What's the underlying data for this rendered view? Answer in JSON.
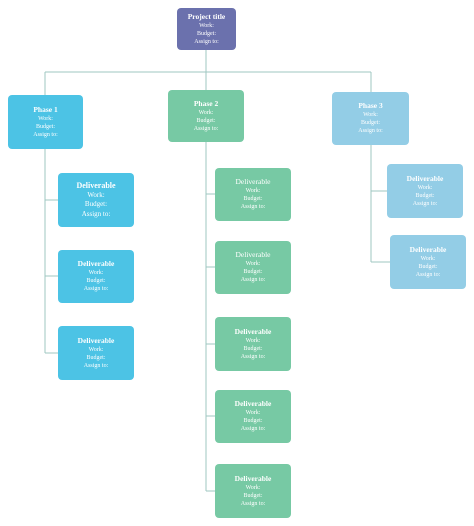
{
  "project": {
    "title": "Project title",
    "work": "Work:",
    "budget": "Budget:",
    "assign": "Assign to:"
  },
  "phases": [
    {
      "title": "Phase 1",
      "work": "Work:",
      "budget": "Budget:",
      "assign": "Assign to:",
      "color": "#4cc3e5",
      "deliverables": [
        {
          "title": "Deliverable",
          "work": "Work:",
          "budget": "Budget:",
          "assign": "Assign to:"
        },
        {
          "title": "Deliverable",
          "work": "Work:",
          "budget": "Budget:",
          "assign": "Assign to:"
        },
        {
          "title": "Deliverable",
          "work": "Work:",
          "budget": "Budget:",
          "assign": "Assign to:"
        }
      ]
    },
    {
      "title": "Phase 2",
      "work": "Work:",
      "budget": "Budget:",
      "assign": "Assign to:",
      "color": "#77c9a4",
      "deliverables": [
        {
          "title": "Deliverable",
          "work": "Work:",
          "budget": "Budget:",
          "assign": "Assign to:"
        },
        {
          "title": "Deliverable",
          "work": "Work:",
          "budget": "Budget:",
          "assign": "Assign to:"
        },
        {
          "title": "Deliverable",
          "work": "Work:",
          "budget": "Budget:",
          "assign": "Assign to:"
        },
        {
          "title": "Deliverable",
          "work": "Work:",
          "budget": "Budget:",
          "assign": "Assign to:"
        },
        {
          "title": "Deliverable",
          "work": "Work:",
          "budget": "Budget:",
          "assign": "Assign to:"
        }
      ]
    },
    {
      "title": "Phase 3",
      "work": "Work:",
      "budget": "Budget:",
      "assign": "Assign to:",
      "color": "#93cde6",
      "deliverables": [
        {
          "title": "Deliverable",
          "work": "Work:",
          "budget": "Budget:",
          "assign": "Assign to:"
        },
        {
          "title": "Deliverable",
          "work": "Work:",
          "budget": "Budget:",
          "assign": "Assign to:"
        }
      ]
    }
  ],
  "colors": {
    "project": "#6b71ad",
    "connector": "#9fc7c2"
  }
}
